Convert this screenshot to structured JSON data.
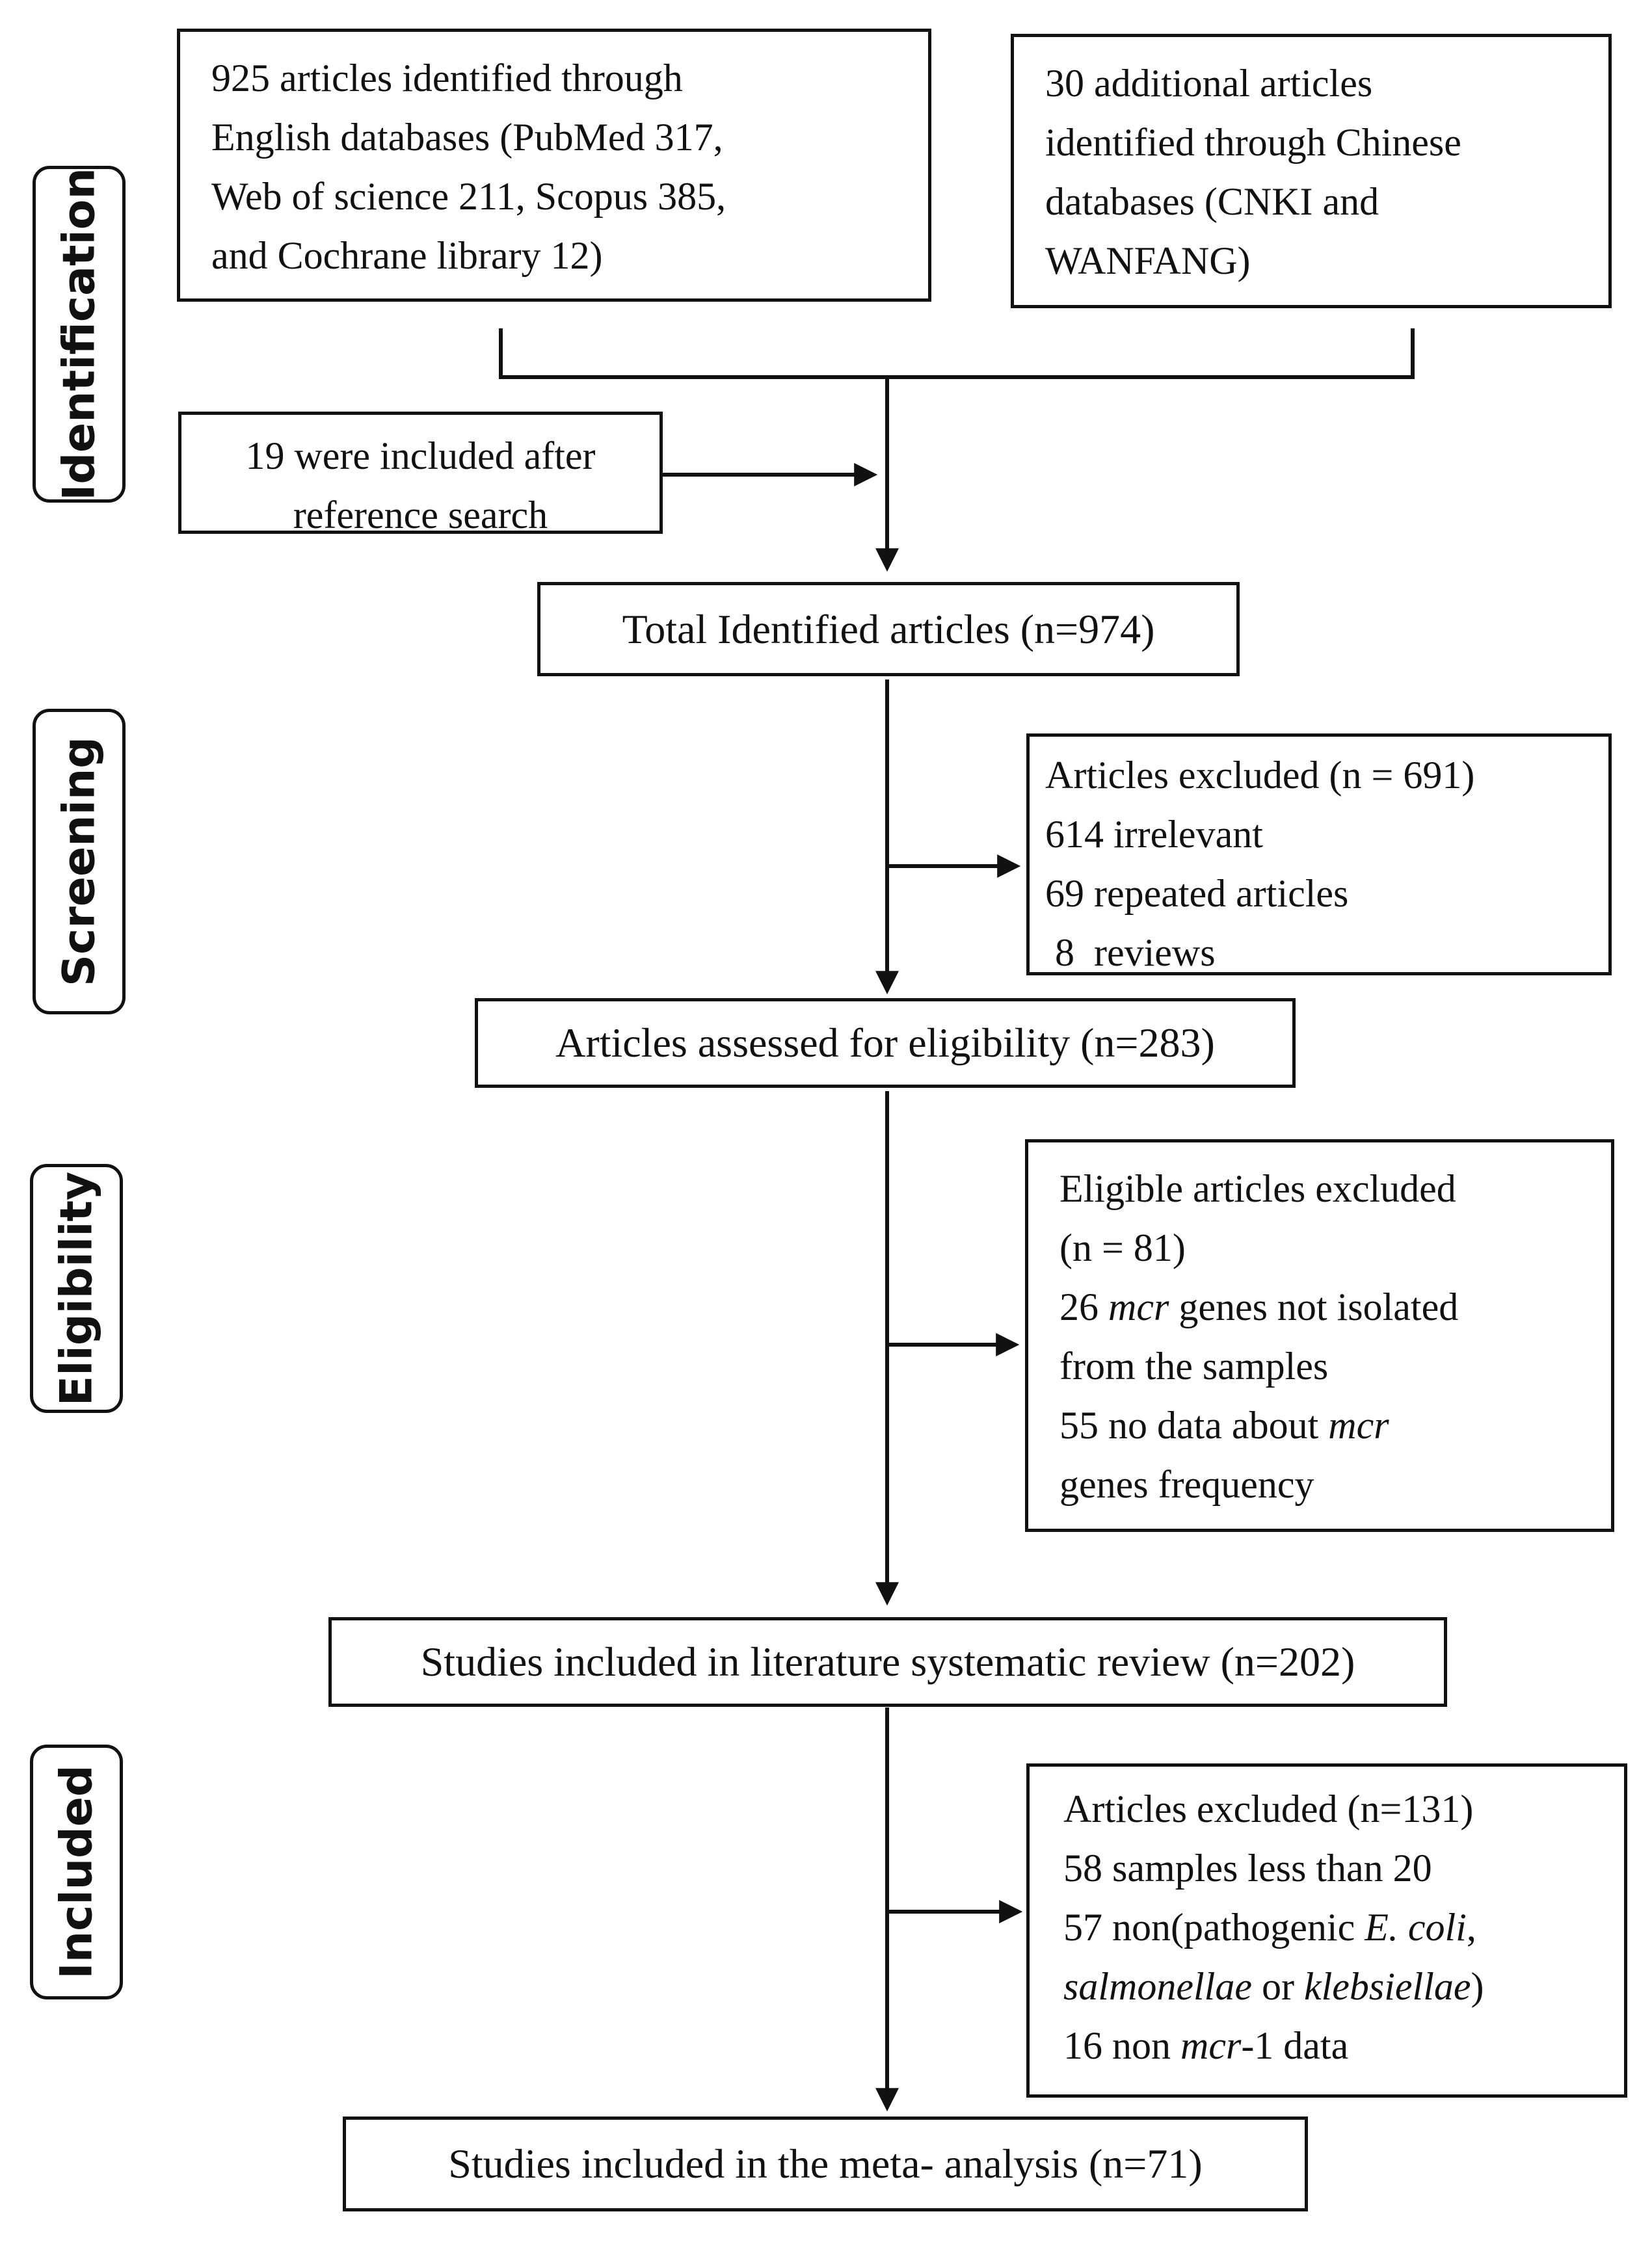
{
  "phases": {
    "identification": "Identification",
    "screening": "Screening",
    "eligibility": "Eligibility",
    "included": "Included"
  },
  "boxes": {
    "english_databases": {
      "lines": [
        "925 articles identified through",
        "English databases (PubMed 317,",
        "Web of science 211, Scopus 385,",
        "and Cochrane library 12)"
      ]
    },
    "chinese_databases": {
      "lines": [
        "30 additional articles",
        "identified through Chinese",
        "databases (CNKI and",
        "WANFANG)"
      ]
    },
    "reference_search": {
      "lines": [
        "19 were included after",
        "reference search"
      ]
    },
    "total_identified": {
      "text": "Total Identified articles (n=974)"
    },
    "excluded_screening": {
      "lines": [
        "Articles excluded (n = 691)",
        "614 irrelevant",
        "69 repeated articles",
        " 8  reviews"
      ]
    },
    "assessed_eligibility": {
      "text": "Articles assessed for eligibility (n=283)"
    },
    "excluded_eligibility": {
      "line1": "Eligible articles excluded",
      "line2": "(n = 81)",
      "line3_pre": "26 ",
      "line3_italic": "mcr",
      "line3_post": " genes not isolated",
      "line4": "from the samples",
      "line5_pre": "55 no data about ",
      "line5_italic": "mcr",
      "line6": "genes frequency"
    },
    "systematic_review": {
      "text": "Studies included in literature systematic review (n=202)"
    },
    "excluded_included": {
      "line1": "Articles excluded (n=131)",
      "line2": "58 samples less than 20",
      "line3_pre": "57 non(pathogenic ",
      "line3_italic": "E. coli",
      "line3_post": ",",
      "line4_italic1": "salmonellae",
      "line4_mid": " or ",
      "line4_italic2": "klebsiellae",
      "line4_post": ")",
      "line5_pre": "16 non ",
      "line5_italic": "mcr",
      "line5_post": "-1 data"
    },
    "meta_analysis": {
      "text": "Studies included in the meta- analysis (n=71)"
    }
  }
}
